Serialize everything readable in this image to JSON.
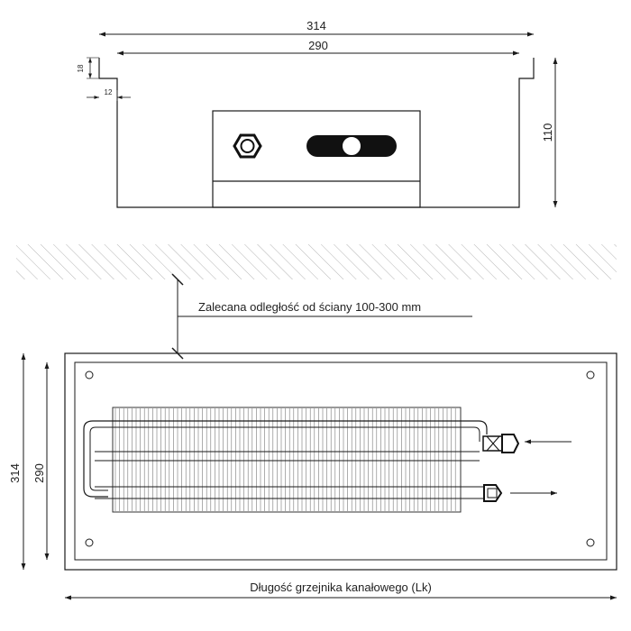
{
  "dimensions": {
    "outer_width": "314",
    "inner_width": "290",
    "lip_height": "18",
    "lip_width": "12",
    "depth": "110",
    "plan_outer_width": "314",
    "plan_inner_width": "290"
  },
  "labels": {
    "wall_distance": "Zalecana odległość od ściany 100-300 mm",
    "length": "Długość grzejnika kanałowego (Lk)"
  },
  "colors": {
    "line": "#1a1a1a",
    "thin_line": "#333333",
    "hatch": "#b5b5b5"
  },
  "icons": {
    "hex_fitting": "hex-nut-icon",
    "slot": "slot-fitting-icon",
    "inlet_arrow": "arrow-left-icon",
    "outlet_arrow": "arrow-right-icon"
  }
}
